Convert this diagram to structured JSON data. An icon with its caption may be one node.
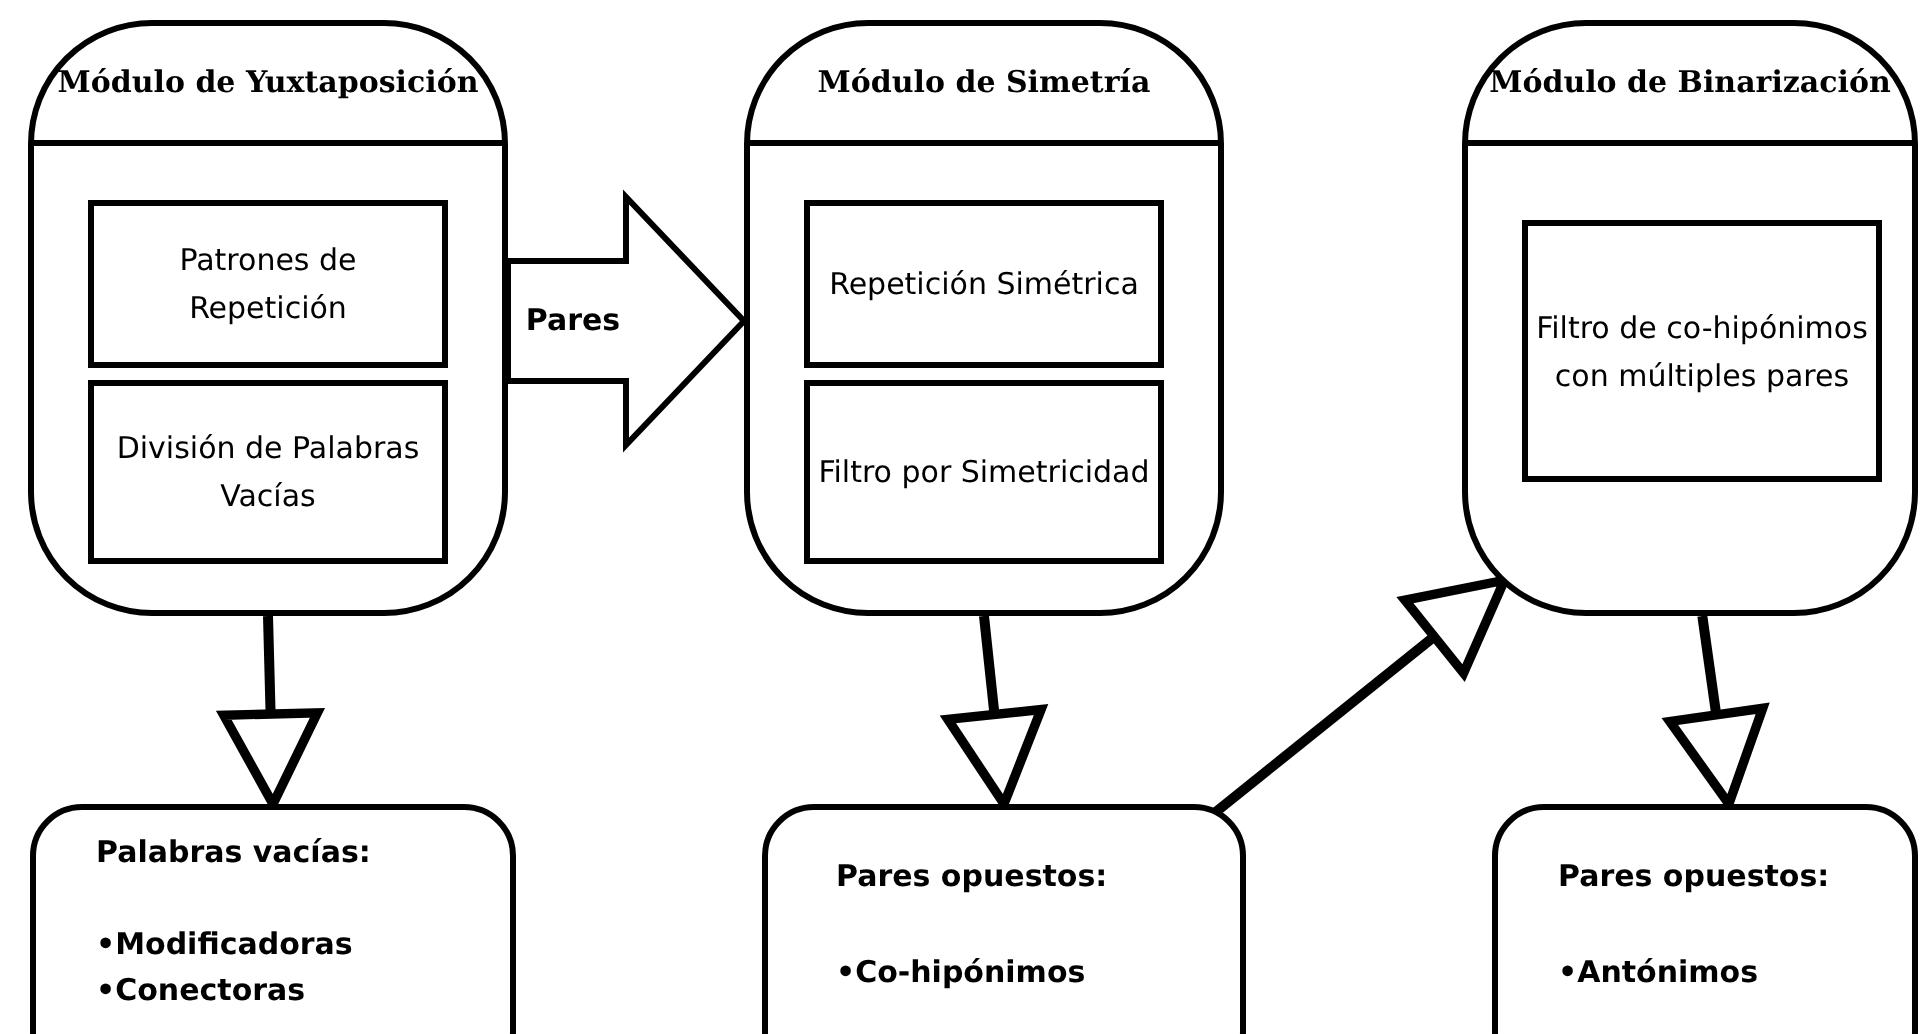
{
  "diagram": {
    "nodes": [
      {
        "text": [
          "Módulo de Yuxtaposición"
        ]
      },
      {
        "text": [
          "Patrones de Repetición"
        ],
        "in": 0
      },
      {
        "text": [
          "División de Palabras Vacías"
        ],
        "in": 0
      },
      {
        "text": [
          "Módulo de Simetría"
        ]
      },
      {
        "text": [
          "Repetición Simétrica"
        ],
        "in": 3
      },
      {
        "text": [
          "Filtro por Simetricidad"
        ],
        "in": 3
      },
      {
        "text": [
          "Módulo de Binarización"
        ]
      },
      {
        "text": [
          "Filtro de co-hipónimos con múltiples pares"
        ],
        "in": 6
      },
      {
        "text": [
          "Palabras vacías:",
          "•Modificadoras",
          "•Conectoras"
        ]
      },
      {
        "text": [
          "Pares opuestos:",
          "•Co-hipónimos"
        ]
      },
      {
        "text": [
          "Pares opuestos:",
          "•Antónimos"
        ]
      }
    ],
    "edges": [
      {
        "from": 0,
        "to": 3,
        "arrow": "to",
        "label": "Pares",
        "style": "thick"
      },
      {
        "from": 0,
        "to": 8,
        "arrow": "to"
      },
      {
        "from": 3,
        "to": 9,
        "arrow": "to"
      },
      {
        "from": 9,
        "to": 6,
        "arrow": "to"
      },
      {
        "from": 6,
        "to": 10,
        "arrow": "to"
      }
    ]
  }
}
